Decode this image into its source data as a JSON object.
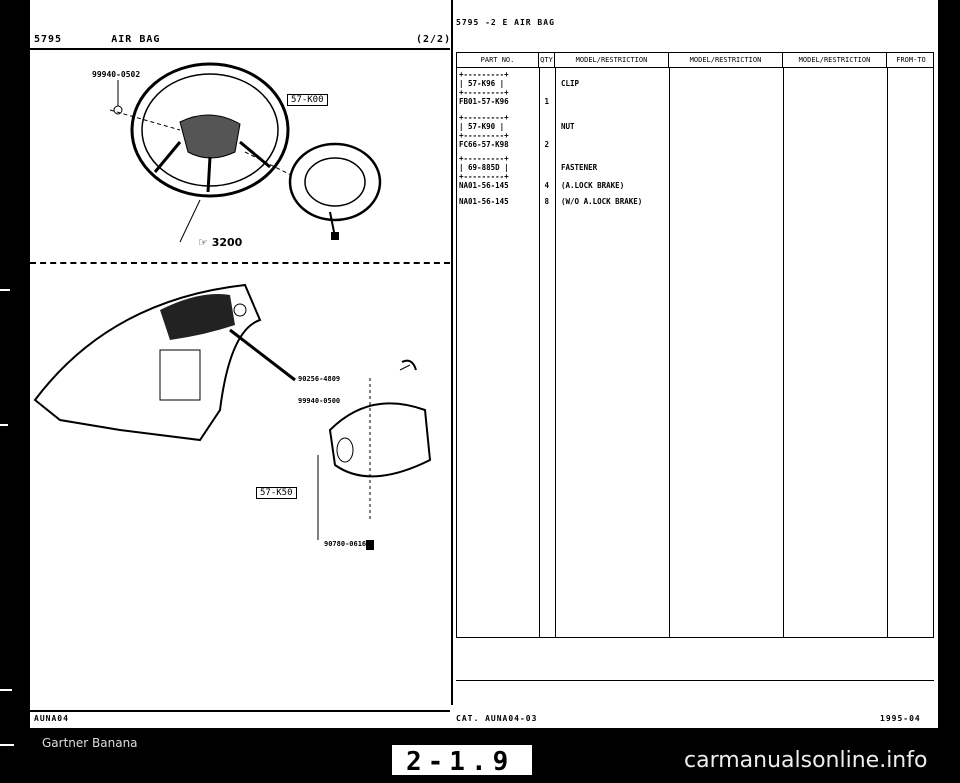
{
  "header_left": {
    "code": "5795",
    "title": "AIR BAG",
    "page": "(2/2)"
  },
  "header_right": {
    "text": "5795 -2 E AIR BAG"
  },
  "table": {
    "columns": [
      "PART NO.",
      "QTY",
      "MODEL/RESTRICTION",
      "MODEL/RESTRICTION",
      "MODEL/RESTRICTION",
      "FROM-TO"
    ],
    "rows": [
      {
        "part": "+---------+",
        "qty": "",
        "desc": ""
      },
      {
        "part": "| 57-K96  |",
        "qty": "",
        "desc": "CLIP"
      },
      {
        "part": "+---------+",
        "qty": "",
        "desc": ""
      },
      {
        "part": "FB01-57-K96",
        "qty": "1",
        "desc": ""
      },
      {
        "part": "+---------+",
        "qty": "",
        "desc": ""
      },
      {
        "part": "| 57-K90  |",
        "qty": "",
        "desc": "NUT"
      },
      {
        "part": "+---------+",
        "qty": "",
        "desc": ""
      },
      {
        "part": "FC66-57-K98",
        "qty": "2",
        "desc": ""
      },
      {
        "part": "+---------+",
        "qty": "",
        "desc": ""
      },
      {
        "part": "| 69-885D |",
        "qty": "",
        "desc": "FASTENER"
      },
      {
        "part": "+---------+",
        "qty": "",
        "desc": ""
      },
      {
        "part": "NA01-56-145",
        "qty": "4",
        "desc": "(A.LOCK BRAKE)"
      },
      {
        "part": "NA01-56-145",
        "qty": "8",
        "desc": "(W/O A.LOCK BRAKE)"
      }
    ]
  },
  "diagram": {
    "wheel_part": "99940-0502",
    "wheel_callout": "57-K00",
    "wheel_ref": "☞ 3200",
    "dash_parts": [
      "90256-4809",
      "99940-0500",
      "90780-0616"
    ],
    "dash_callout": "57-K50"
  },
  "footer": {
    "left": "AUNA04",
    "center": "CAT. AUNA04-03",
    "right": "1995-04"
  },
  "owner": "Gartner Banana",
  "page_badge": "2-1.9",
  "watermark": "carmanualsonline.info"
}
